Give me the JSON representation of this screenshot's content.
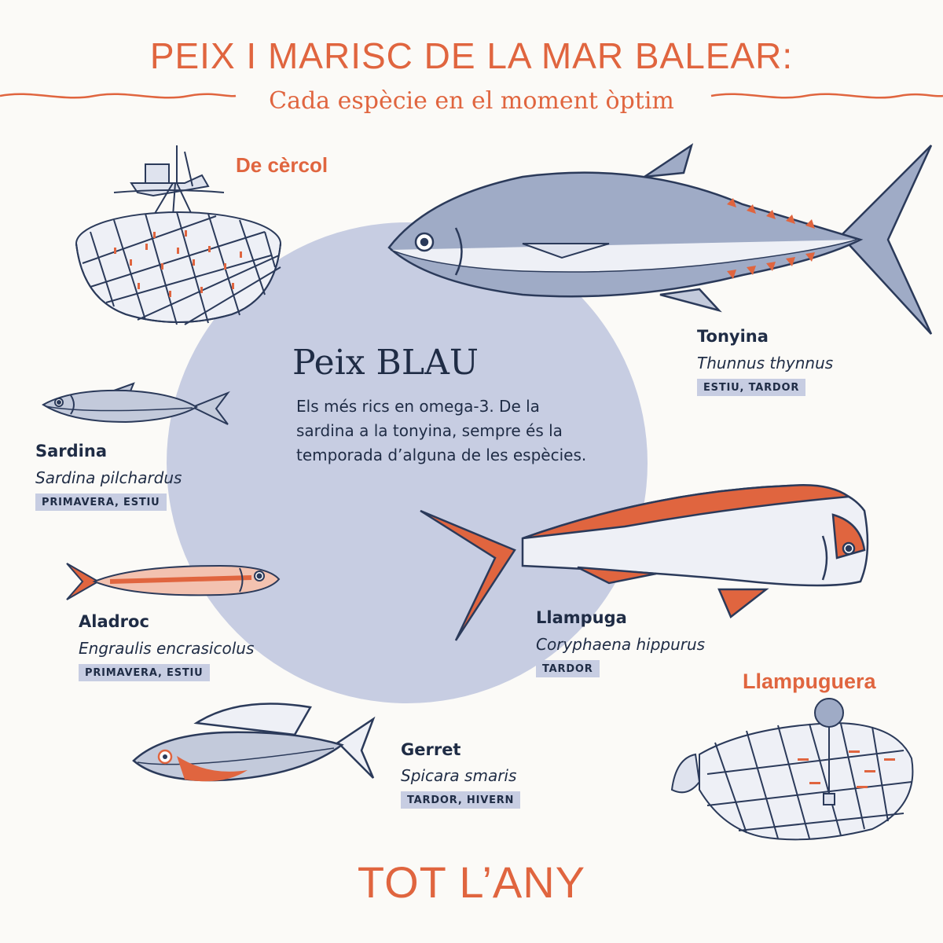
{
  "header": {
    "title": "PEIX I MARISC DE LA MAR BALEAR:",
    "subtitle": "Cada espècie en el moment òptim"
  },
  "center": {
    "title": "Peix BLAU",
    "description": "Els més rics en omega-3. De la sardina a la tonyina, sempre és la temporada d’alguna de les espècies."
  },
  "methods": {
    "cercol": "De cèrcol",
    "llampuguera": "Llampuguera"
  },
  "species": [
    {
      "name": "Tonyina",
      "scientific": "Thunnus thynnus",
      "season": "ESTIU, TARDOR"
    },
    {
      "name": "Sardina",
      "scientific": "Sardina pilchardus",
      "season": "PRIMAVERA, ESTIU"
    },
    {
      "name": "Aladroc",
      "scientific": "Engraulis encrasicolus",
      "season": "PRIMAVERA, ESTIU"
    },
    {
      "name": "Llampuga",
      "scientific": "Coryphaena hippurus",
      "season": "TARDOR"
    },
    {
      "name": "Gerret",
      "scientific": "Spicara smaris",
      "season": "TARDOR, HIVERN"
    }
  ],
  "footer": "TOT L’ANY",
  "colors": {
    "accent": "#e0653f",
    "navy": "#1f2c45",
    "circle": "#c7cde2",
    "background": "#fbfaf7"
  }
}
